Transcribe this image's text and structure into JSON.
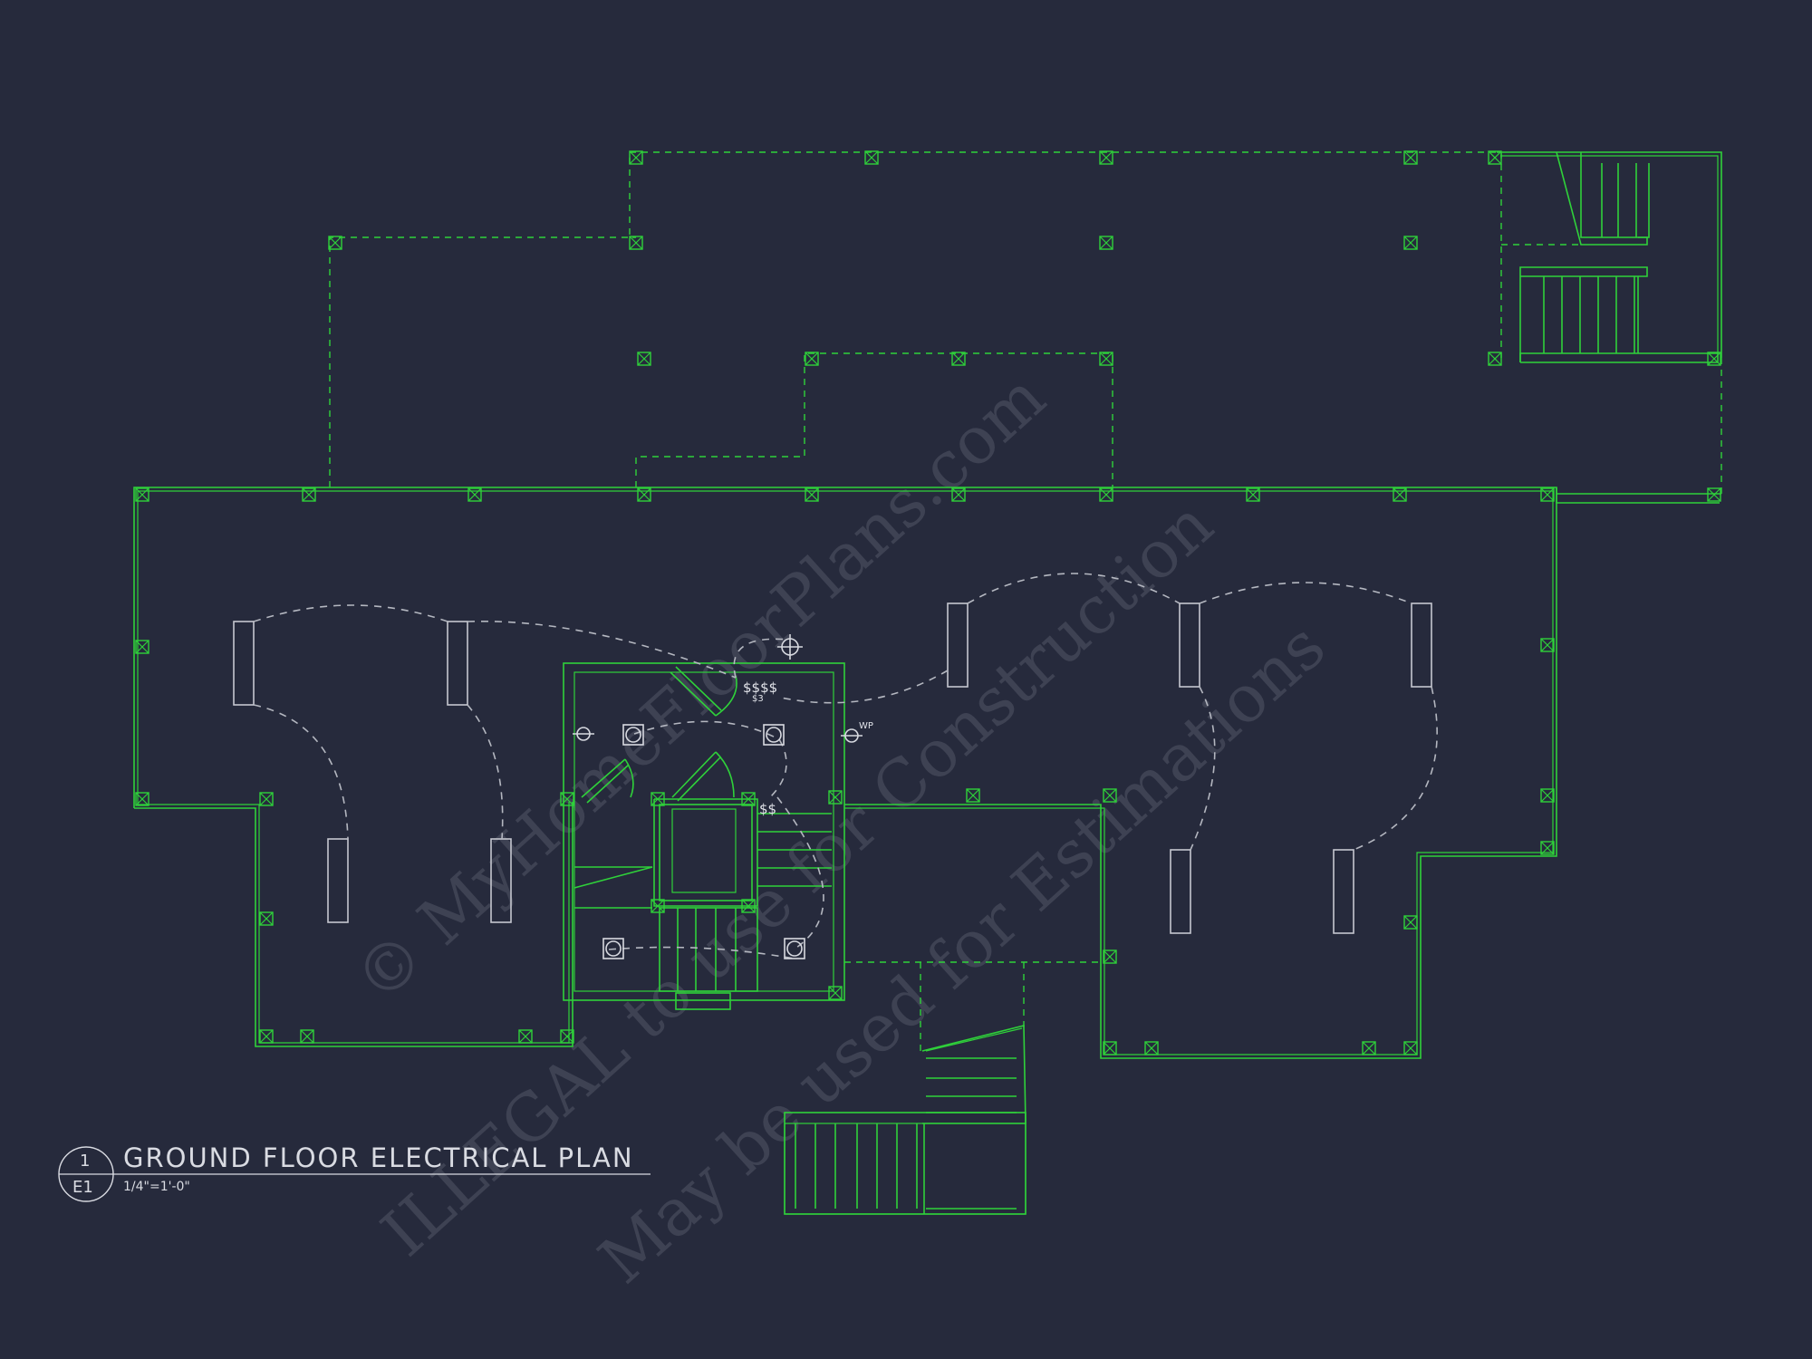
{
  "drawing": {
    "title": "GROUND FLOOR ELECTRICAL PLAN",
    "scale": "1/4\"=1'-0\"",
    "detail_number": "1",
    "sheet_number": "E1"
  },
  "watermark": {
    "line1": "© MyHomeFloorPlans.com",
    "line2": "ILLEGAL to use for Construction",
    "line3": "May be used for Estimations"
  },
  "symbols": {
    "switch_gang_4": "$$$$",
    "switch_3way": "$3",
    "switch_pair": "$$",
    "weatherproof_label": "WP"
  },
  "colors": {
    "background": "#262a3c",
    "linework": "#2fd13a",
    "circuits": "#b4b7c0",
    "text": "#d9dbe2"
  }
}
